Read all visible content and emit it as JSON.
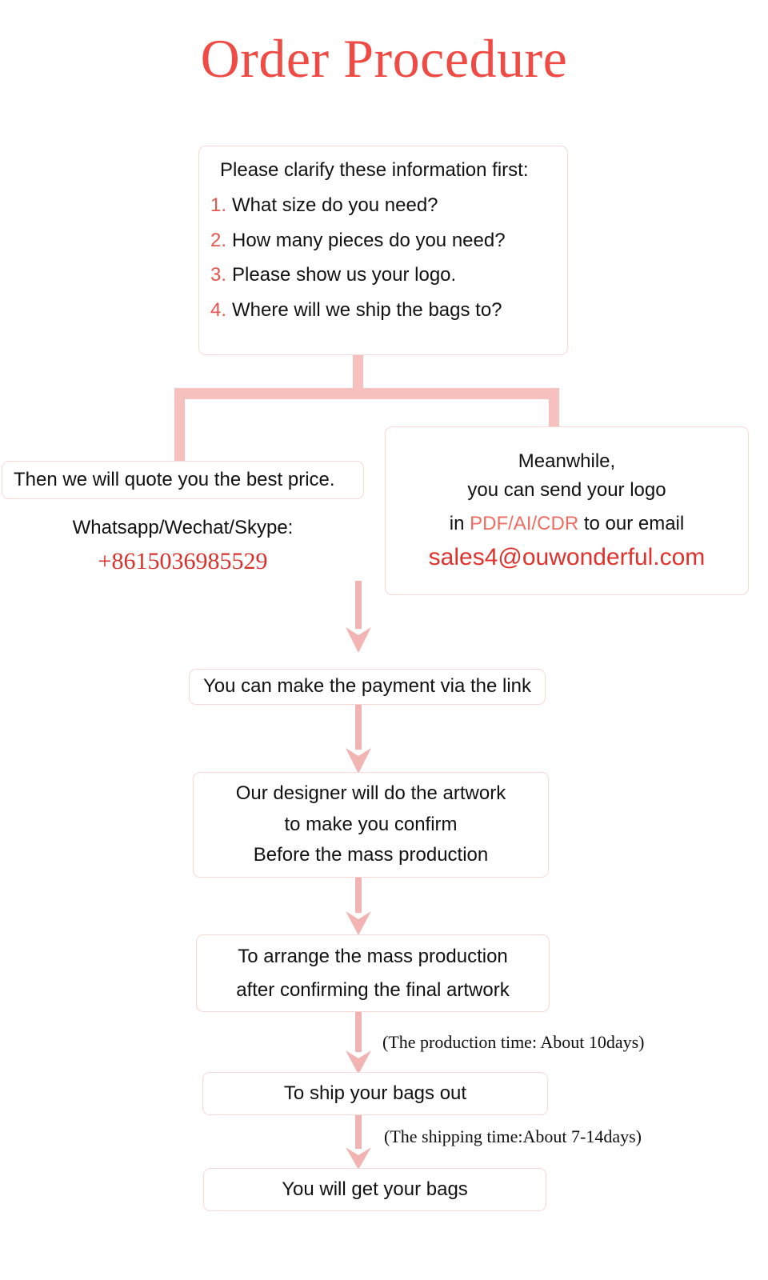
{
  "page": {
    "title": "Order Procedure",
    "title_color": "#ef4b44",
    "connector_color": "#f6c0bf",
    "box_border_color": "#f6d9d6",
    "accent_red": "#e0322c",
    "accent_coral": "#ee6d61"
  },
  "clarify_box": {
    "heading": "Please clarify these information first:",
    "questions": [
      {
        "number": "1.",
        "text": "What size do you need?"
      },
      {
        "number": "2.",
        "text": "How many pieces do you need?"
      },
      {
        "number": "3.",
        "text": "Please show us your logo."
      },
      {
        "number": "4.",
        "text": "Where will we ship the bags to?"
      }
    ]
  },
  "quote_box": {
    "text": "Then we will quote you the best price."
  },
  "contact": {
    "channels": "Whatsapp/Wechat/Skype:",
    "phone": "+8615036985529"
  },
  "meanwhile_box": {
    "line1": "Meanwhile,",
    "line2": "you can send your logo",
    "line3_prefix": "in ",
    "line3_formats": "PDF/AI/CDR",
    "line3_suffix": " to our email",
    "email": "sales4@ouwonderful.com"
  },
  "payment_box": {
    "text": "You can make the payment via the link"
  },
  "designer_box": {
    "line1": "Our designer will do the artwork",
    "line2": "to make you confirm",
    "line3": "Before the mass production"
  },
  "arrange_box": {
    "line1": "To arrange the mass production",
    "line2": "after confirming the final artwork"
  },
  "ship_box": {
    "text": "To ship your bags out"
  },
  "receive_box": {
    "text": "You will get your bags"
  },
  "notes": {
    "production_time": "(The production time: About 10days)",
    "shipping_time": "(The shipping time:About 7-14days)"
  }
}
